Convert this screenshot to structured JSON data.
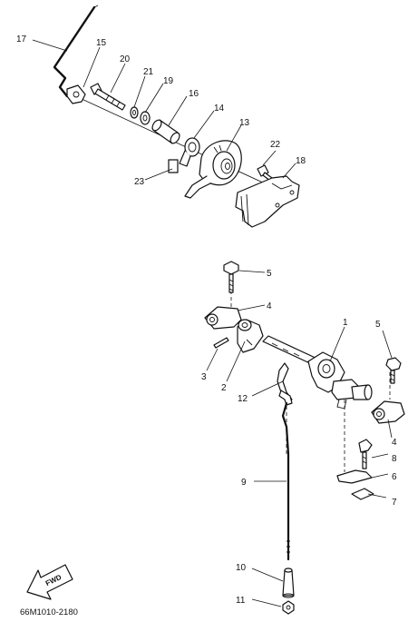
{
  "diagram": {
    "callouts": {
      "c1": "1",
      "c2": "2",
      "c3": "3",
      "c4a": "4",
      "c4b": "4",
      "c5a": "5",
      "c5b": "5",
      "c6": "6",
      "c7": "7",
      "c8": "8",
      "c9": "9",
      "c10": "10",
      "c11": "11",
      "c12": "12",
      "c13": "13",
      "c14": "14",
      "c15": "15",
      "c16": "16",
      "c17": "17",
      "c18": "18",
      "c19": "19",
      "c20": "20",
      "c21": "21",
      "c22": "22",
      "c23": "23"
    },
    "direction_label": "FWD",
    "drawing_code": "66M1010-2180"
  }
}
